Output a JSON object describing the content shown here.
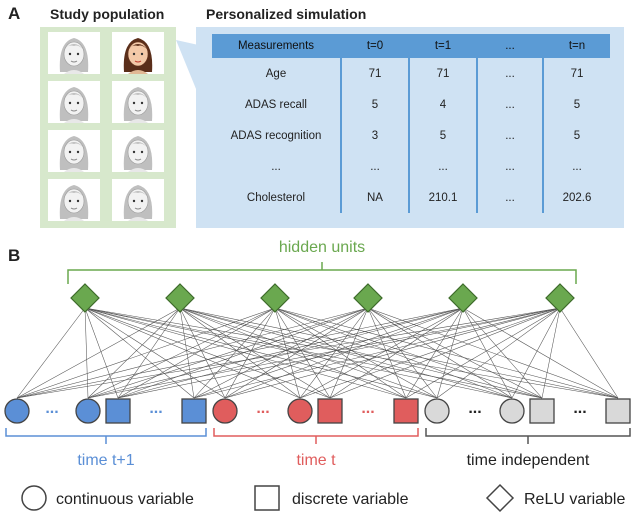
{
  "panel_a": {
    "letter": "A",
    "study_population_title": "Study population",
    "simulation_title": "Personalized simulation",
    "table": {
      "headers": [
        "Measurements",
        "t=0",
        "t=1",
        "...",
        "t=n"
      ],
      "rows": [
        [
          "Age",
          "71",
          "71",
          "...",
          "71"
        ],
        [
          "ADAS recall",
          "5",
          "4",
          "...",
          "5"
        ],
        [
          "ADAS recognition",
          "3",
          "5",
          "...",
          "5"
        ],
        [
          "...",
          "...",
          "...",
          "...",
          "..."
        ],
        [
          "Cholesterol",
          "NA",
          "210.1",
          "...",
          "202.6"
        ]
      ]
    }
  },
  "panel_b": {
    "letter": "B",
    "hidden_label": "hidden units",
    "hidden_count": 6,
    "groups": [
      {
        "label": "time t+1",
        "color": "#5b8fd6"
      },
      {
        "label": "time t",
        "color": "#e05d5d"
      },
      {
        "label": "time independent",
        "color": "#d9d9d9"
      }
    ],
    "ellipsis": "...",
    "legend": {
      "continuous": "continuous variable",
      "discrete": "discrete variable",
      "relu": "ReLU variable"
    }
  },
  "colors": {
    "hidden_green": "#6aa84f",
    "hidden_label_green": "#6aa84f",
    "blue_group": "#5b8fd6",
    "red_group": "#e05d5d",
    "gray_group": "#d9d9d9",
    "population_bg": "#d7e8cc",
    "table_bg": "#cfe2f3",
    "table_header": "#5b9bd5"
  }
}
